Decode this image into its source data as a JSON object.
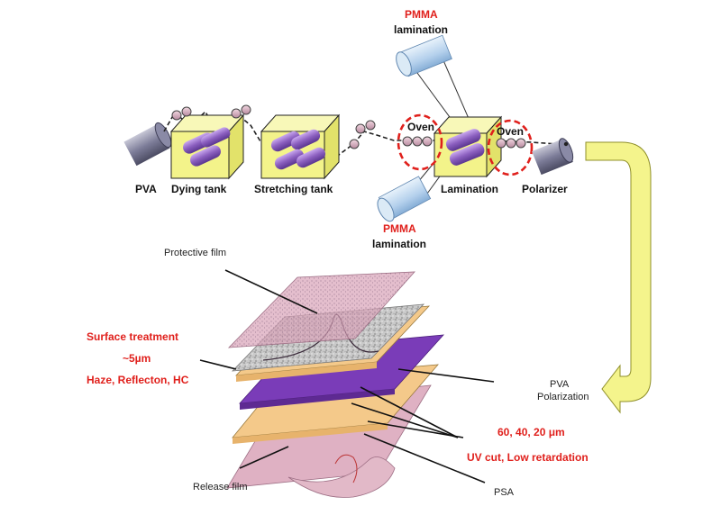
{
  "process": {
    "pva": "PVA",
    "dying_tank": "Dying tank",
    "stretching_tank": "Stretching tank",
    "lamination": "Lamination",
    "polarizer": "Polarizer",
    "oven_left": "Oven",
    "oven_right": "Oven",
    "pmma_top": {
      "line1": "PMMA",
      "line2": "lamination"
    },
    "pmma_bottom": {
      "line1": "PMMA",
      "line2": "lamination"
    }
  },
  "stack": {
    "protective_film": "Protective film",
    "surface_treatment": "Surface treatment",
    "thickness": "~5µm",
    "functions": "Haze, Reflecton, HC",
    "pva_polarization": {
      "line1": "PVA",
      "line2": "Polarization"
    },
    "thickness_options": "60, 40, 20 μm",
    "uv_cut": "UV cut, Low retardation",
    "release_film": "Release film",
    "psa": "PSA"
  },
  "colors": {
    "accent_red": "#e0201c",
    "roller_purple": "#8b5fbf",
    "tank_yellow": "#f3f38a",
    "pmma_blue": "#bcd6ee",
    "arrow_yellow": "#f4f48c",
    "layer_pink": "#d9a3b8",
    "layer_orange": "#f4c98a",
    "layer_violet": "#7a3cb8"
  }
}
